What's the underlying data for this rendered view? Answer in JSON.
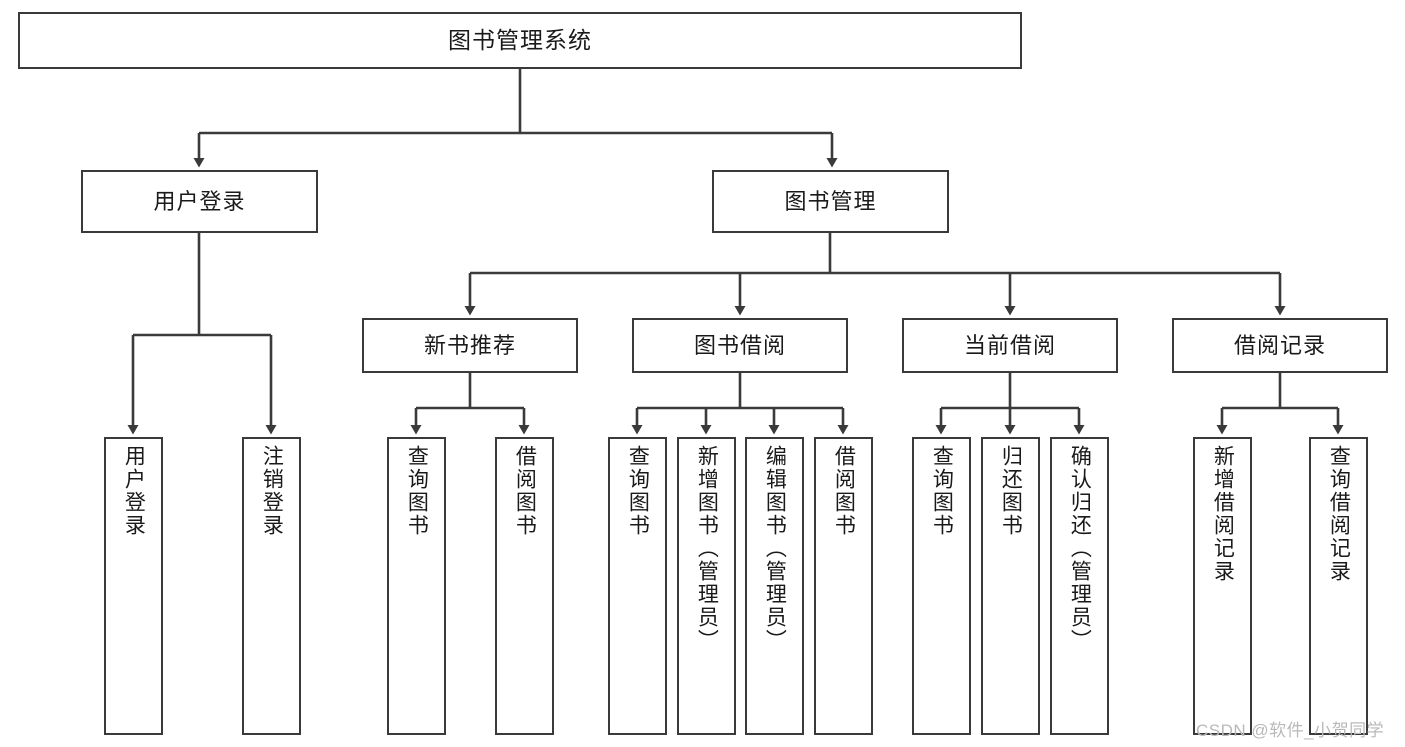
{
  "diagram": {
    "type": "tree-hierarchy-chart",
    "title": "图书管理系统",
    "watermark": "CSDN @软件_小贺同学",
    "colors": {
      "box_border": "#3a3a3a",
      "box_fill": "#ffffff",
      "edge": "#3a3a3a",
      "text": "#1a1a1a",
      "watermark": "#b9b9b9",
      "background": "#ffffff"
    },
    "nodes": {
      "root": {
        "label": "图书管理系统"
      },
      "level2": [
        {
          "id": "user-login",
          "label": "用户登录"
        },
        {
          "id": "book-manage",
          "label": "图书管理"
        }
      ],
      "level3": [
        {
          "id": "new-book-recommend",
          "label": "新书推荐"
        },
        {
          "id": "book-borrow",
          "label": "图书借阅"
        },
        {
          "id": "current-borrow",
          "label": "当前借阅"
        },
        {
          "id": "borrow-record",
          "label": "借阅记录"
        }
      ],
      "leaves": {
        "user-login": [
          {
            "id": "leaf-user-login",
            "label": "用户登录"
          },
          {
            "id": "leaf-user-logout",
            "label": "注销登录"
          }
        ],
        "new-book-recommend": [
          {
            "id": "leaf-query-book-1",
            "label": "查询图书"
          },
          {
            "id": "leaf-borrow-book-1",
            "label": "借阅图书"
          }
        ],
        "book-borrow": [
          {
            "id": "leaf-query-book-2",
            "label": "查询图书"
          },
          {
            "id": "leaf-add-book",
            "label": "新增图书（管理员）"
          },
          {
            "id": "leaf-edit-book",
            "label": "编辑图书（管理员）"
          },
          {
            "id": "leaf-borrow-book-2",
            "label": "借阅图书"
          }
        ],
        "current-borrow": [
          {
            "id": "leaf-query-book-3",
            "label": "查询图书"
          },
          {
            "id": "leaf-return-book",
            "label": "归还图书"
          },
          {
            "id": "leaf-confirm-return",
            "label": "确认归还（管理员）"
          }
        ],
        "borrow-record": [
          {
            "id": "leaf-add-record",
            "label": "新增借阅记录"
          },
          {
            "id": "leaf-query-record",
            "label": "查询借阅记录"
          }
        ]
      }
    }
  }
}
